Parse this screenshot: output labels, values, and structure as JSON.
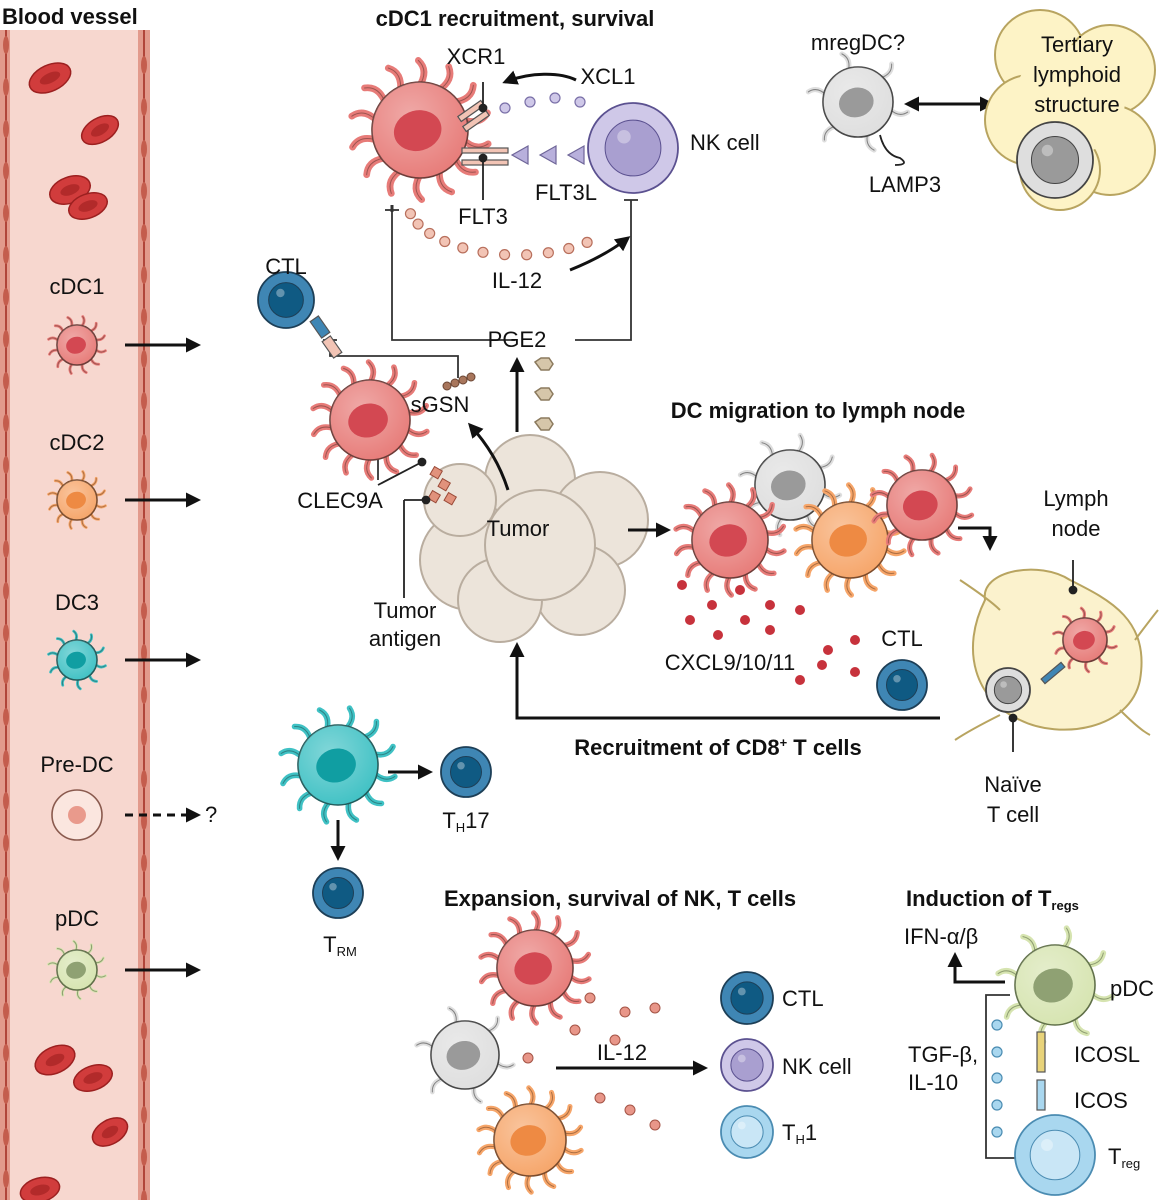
{
  "vessel": {
    "title": "Blood vessel",
    "cells": [
      "cDC1",
      "cDC2",
      "DC3",
      "Pre-DC",
      "pDC"
    ],
    "question": "?"
  },
  "cdc1_section": {
    "title": "cDC1 recruitment, survival",
    "xcr1": "XCR1",
    "xcl1": "XCL1",
    "nk_cell": "NK cell",
    "flt3": "FLT3",
    "flt3l": "FLT3L",
    "il12": "IL-12",
    "pge2": "PGE2",
    "ctl": "CTL",
    "sgsn": "sGSN",
    "clec9a": "CLEC9A",
    "tumor": "Tumor",
    "tumor_antigen_1": "Tumor",
    "tumor_antigen_2": "antigen"
  },
  "tls": {
    "mregdc": "mregDC?",
    "lamp3": "LAMP3",
    "line1": "Tertiary",
    "line2": "lymphoid",
    "line3": "structure"
  },
  "migration": {
    "title": "DC migration to lymph node",
    "lymph_1": "Lymph",
    "lymph_2": "node",
    "cxcl": "CXCL9/10/11",
    "ctl": "CTL",
    "naive_1": "Naïve",
    "naive_2": "T cell",
    "recruit_pre": "Recruitment of CD8",
    "recruit_sup": "+",
    "recruit_post": " T cells"
  },
  "dc3_section": {
    "th17_main": "T",
    "th17_sub": "H",
    "th17_post": "17",
    "trm_main": "T",
    "trm_sub": "RM"
  },
  "expansion": {
    "title": "Expansion, survival of NK, T cells",
    "il12": "IL-12",
    "ctl": "CTL",
    "nk": "NK cell",
    "th1_main": "T",
    "th1_sub": "H",
    "th1_post": "1"
  },
  "treg_section": {
    "title_main": "Induction of T",
    "title_sub": "regs",
    "ifn": "IFN-α/β",
    "pdc": "pDC",
    "tgf_1": "TGF-β,",
    "tgf_2": "IL-10",
    "icosl": "ICOSL",
    "icos": "ICOS",
    "treg_main": "T",
    "treg_sub": "reg"
  },
  "colors": {
    "cdc1": "#e77b78",
    "cdc1_nucleus": "#d34852",
    "cdc2": "#f6a569",
    "cdc2_nucleus": "#ee8a43",
    "dc3": "#3fc1c4",
    "dc3_nucleus": "#109ea2",
    "pdc": "#d6e4b0",
    "pdc_nucleus": "#8fa173",
    "grey_cell": "#dedede",
    "grey_nucleus": "#9a9a9a",
    "tcell": "#3f86b4",
    "tcell_nucleus": "#0f5a83",
    "nk": "#cfc8e8",
    "nk_nucleus": "#a99fd0",
    "th1": "#a9d7ef",
    "vessel": "#f7d7cf",
    "vessel_wall": "#c45d4d",
    "rbc": "#d13c3c",
    "tumor": "#ece4da",
    "lymph_node": "#fbf2cd",
    "tls": "#fdf3c6"
  }
}
